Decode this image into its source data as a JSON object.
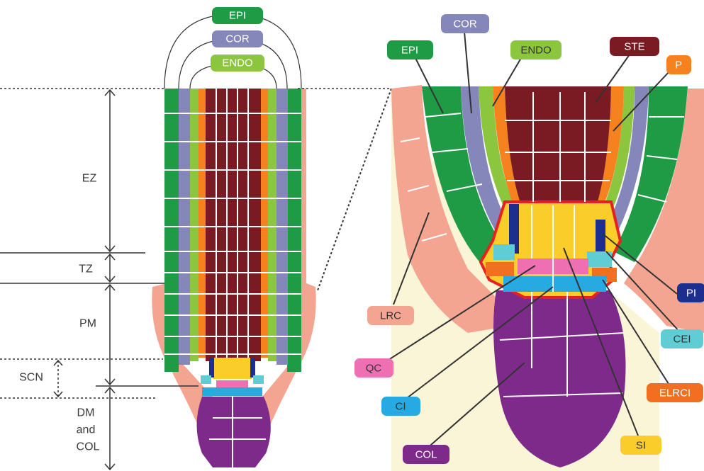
{
  "colors": {
    "EPI": "#1f9a45",
    "COR": "#8586b9",
    "ENDO": "#8cc63f",
    "STE": "#7a1a22",
    "P": "#f5821f",
    "LRC": "#f4a592",
    "QC": "#ef6fb3",
    "CI": "#27a9e1",
    "COL": "#7d2a8a",
    "SI": "#fbcd2a",
    "PI": "#1c2f8f",
    "CEI": "#5fcdd3",
    "ELRCI": "#f26f22",
    "outline": "#e42221",
    "background_fan": "#fbf5d7",
    "guide": "#333333"
  },
  "left_panel": {
    "top_labels": [
      "EPI",
      "COR",
      "ENDO"
    ],
    "zones": {
      "ez": "EZ",
      "tz": "TZ",
      "pm": "PM",
      "scn": "SCN",
      "dm": [
        "DM",
        "and",
        "COL"
      ]
    }
  },
  "right_panel": {
    "labels": {
      "epi": "EPI",
      "cor": "COR",
      "endo": "ENDO",
      "ste": "STE",
      "p": "P",
      "lrc": "LRC",
      "qc": "QC",
      "ci": "CI",
      "col": "COL",
      "si": "SI",
      "pi": "PI",
      "cei": "CEI",
      "elrci": "ELRCI"
    }
  }
}
